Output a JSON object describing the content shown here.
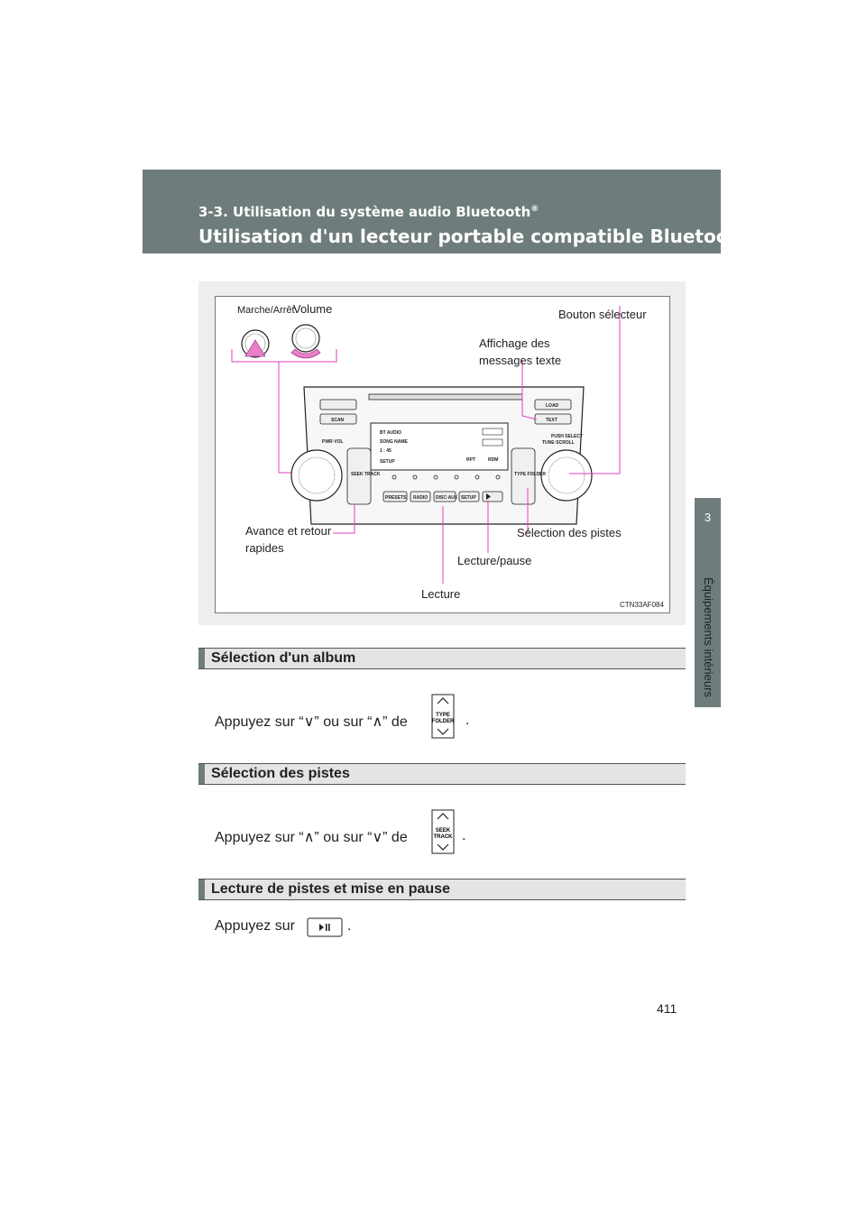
{
  "header": {
    "section": "3-3. Utilisation du système audio Bluetooth",
    "title": "Utilisation d'un lecteur portable compatible Bluetooth",
    "reg": "®"
  },
  "side_tab": {
    "number": "3",
    "label": "Équipements intérieurs"
  },
  "figure": {
    "labels": {
      "power": "Marche/Arrêt",
      "volume": "Volume",
      "selector": "Bouton sélecteur",
      "text_display_1": "Affichage des",
      "text_display_2": "messages texte",
      "seek_1": "Avance et retour",
      "seek_2": "rapides",
      "track_select": "Sélection des pistes",
      "play_pause": "Lecture/pause",
      "play": "Lecture",
      "code": "CTN33AF084"
    },
    "unit": {
      "scan": "SCAN",
      "load": "LOAD",
      "text": "TEXT",
      "pwr_vol": "PWR·VOL",
      "push_select": "PUSH SELECT",
      "tune_scroll": "TUNE·SCROLL",
      "seek_track": "SEEK TRACK",
      "type_folder": "TYPE FOLDER",
      "presets": "PRESETS",
      "radio": "RADIO",
      "disc_aux": "DISC·AUX",
      "setup": "SETUP",
      "display_source": "BT AUDIO",
      "display_song": "SONG NAME",
      "display_time": "1 : 45",
      "display_setup": "SETUP",
      "display_rpt": "RPT",
      "display_rdm": "RDM"
    }
  },
  "sections": [
    {
      "heading": "Sélection d'un album",
      "text_before": "Appuyez sur “∨” ou sur “∧” de",
      "text_after": ".",
      "button": "TYPE FOLDER"
    },
    {
      "heading": "Sélection des pistes",
      "text_before": "Appuyez sur “∧” ou sur “∨” de",
      "text_after": ".",
      "button": "SEEK TRACK"
    },
    {
      "heading": "Lecture de pistes et mise en pause",
      "text_before": "Appuyez sur",
      "text_after": ".",
      "button": "▶II"
    }
  ],
  "page_number": "411",
  "colors": {
    "header": "#6e7d7b",
    "leader": "#e040c0"
  }
}
